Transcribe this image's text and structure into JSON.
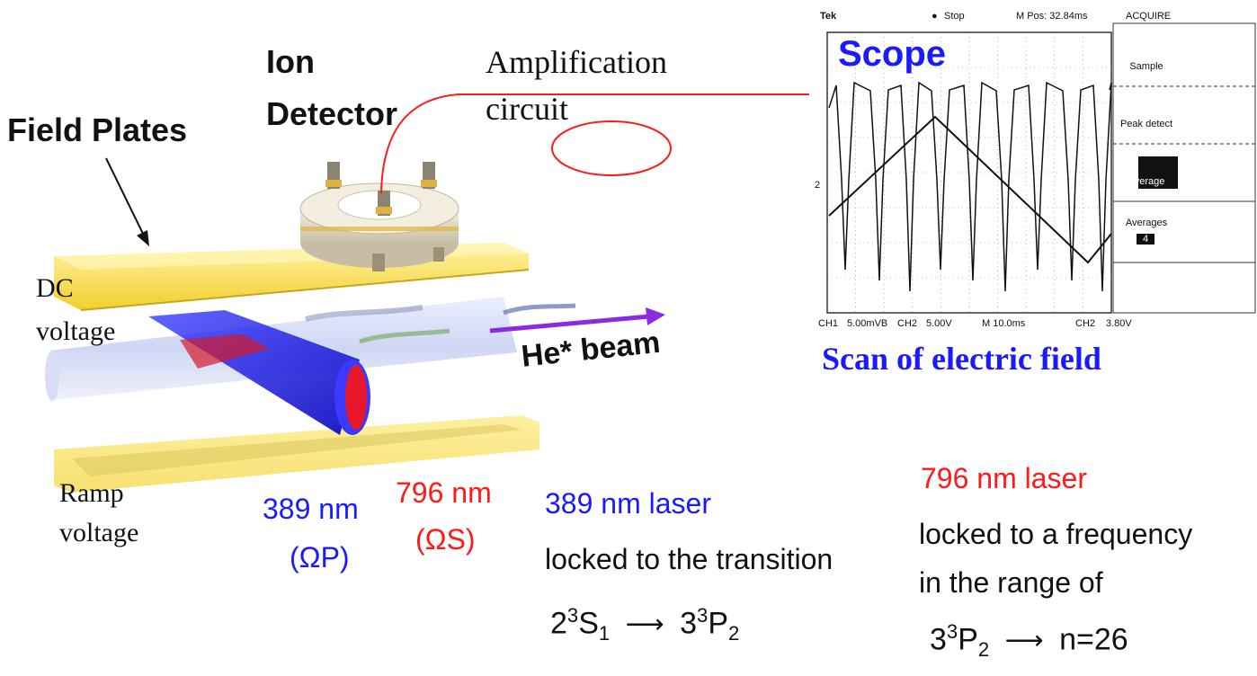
{
  "labels": {
    "field_plates": "Field Plates",
    "ion": "Ion",
    "detector": "Detector",
    "amplification": "Amplification",
    "circuit": "circuit",
    "dc": "DC",
    "dc_voltage": "voltage",
    "ramp": "Ramp",
    "ramp_voltage": "voltage",
    "he_beam": "He* beam",
    "nm389": "389 nm",
    "omega_p": "(ΩP)",
    "nm796": "796 nm",
    "omega_s": "(ΩS)"
  },
  "scope": {
    "brand": "Tek",
    "state": "Stop",
    "mpos": "M Pos: 32.84ms",
    "acquire": "ACQUIRE",
    "title": "Scope",
    "menu": {
      "sample": "Sample",
      "peak": "Peak detect",
      "average": "Average",
      "averages": "Averages",
      "averages_value": "4"
    },
    "ch1": "CH1",
    "ch1_scale": "5.00mVB",
    "ch2": "CH2",
    "ch2_scale": "5.00V",
    "timebase": "M 10.0ms",
    "trigger_ch": "CH2",
    "trigger_level": "3.80V",
    "marker_2": "2"
  },
  "caption": "Scan of electric field",
  "laser389": {
    "title": "389 nm laser",
    "line1": "locked to the transition",
    "t_from_base": "2",
    "t_from_sup": "3",
    "t_from_main": "S",
    "t_from_sub": "1",
    "t_to_base": "3",
    "t_to_sup": "3",
    "t_to_main": "P",
    "t_to_sub": "2"
  },
  "laser796": {
    "title": "796 nm laser",
    "line1": "locked to a frequency",
    "line2": "in the range of",
    "t_from_base": "3",
    "t_from_sup": "3",
    "t_from_main": "P",
    "t_from_sub": "2",
    "t_to": "n=26"
  },
  "colors": {
    "blue_text": "#1a1aff",
    "red_text": "#ff1a1a",
    "plate": "#f5d84a",
    "laser_blue": "#2a2aff",
    "laser_red": "#e8182a",
    "beam_arrow": "#8a2be2"
  }
}
